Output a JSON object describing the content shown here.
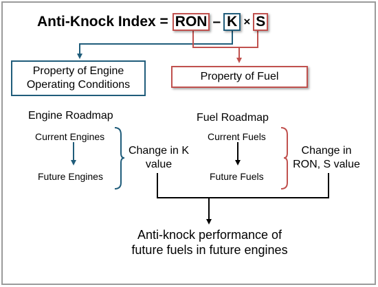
{
  "title": {
    "prefix": "Anti-Knock Index =",
    "ron": "RON",
    "minus": "–",
    "k": "K",
    "times": "×",
    "s": "S"
  },
  "property_engine": "Property of Engine Operating Conditions",
  "property_fuel": "Property of Fuel",
  "engine_roadmap": {
    "title": "Engine Roadmap",
    "current": "Current Engines",
    "future": "Future Engines",
    "change": "Change in K value"
  },
  "fuel_roadmap": {
    "title": "Fuel Roadmap",
    "current": "Current Fuels",
    "future": "Future Fuels",
    "change": "Change in RON, S value"
  },
  "result": "Anti-knock performance of future fuels in future engines",
  "colors": {
    "blue": "#1f5c7a",
    "red": "#c0504d",
    "black": "#000000",
    "frame": "#9a9a9a"
  }
}
